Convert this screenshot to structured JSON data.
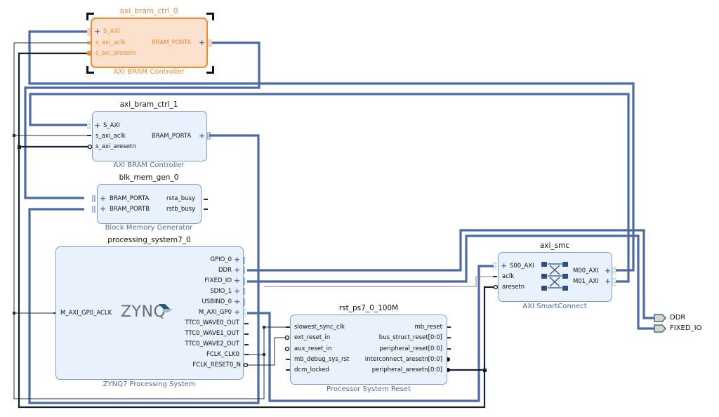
{
  "canvas": {
    "background": "#ffffff"
  },
  "colors": {
    "bus": "#4a6aa8",
    "net": "#1f2d40",
    "selected_accent": "#f08a30",
    "block_fill": "#e8f1fc",
    "block_border": "#7f9cc9",
    "vlnv_text": "#4d6ba6"
  },
  "blocks": {
    "axi_bram_ctrl_0": {
      "instance": "axi_bram_ctrl_0",
      "type": "AXI BRAM Controller",
      "selected": true,
      "left_pins": [
        "S_AXI",
        "s_axi_aclk",
        "s_axi_aresetn"
      ],
      "right_pins": [
        "BRAM_PORTA"
      ]
    },
    "axi_bram_ctrl_1": {
      "instance": "axi_bram_ctrl_1",
      "type": "AXI BRAM Controller",
      "left_pins": [
        "S_AXI",
        "s_axi_aclk",
        "s_axi_aresetn"
      ],
      "right_pins": [
        "BRAM_PORTA"
      ]
    },
    "blk_mem_gen_0": {
      "instance": "blk_mem_gen_0",
      "type": "Block Memory Generator",
      "left_pins": [
        "BRAM_PORTA",
        "BRAM_PORTB"
      ],
      "right_pins": [
        "rsta_busy",
        "rstb_busy"
      ]
    },
    "processing_system7_0": {
      "instance": "processing_system7_0",
      "type": "ZYNQ7 Processing System",
      "logo": "ZYNQ",
      "left_pins": [
        "M_AXI_GP0_ACLK"
      ],
      "right_pins": [
        "GPIO_0",
        "DDR",
        "FIXED_IO",
        "SDIO_1",
        "USBIND_0",
        "M_AXI_GP0",
        "TTC0_WAVE0_OUT",
        "TTC0_WAVE1_OUT",
        "TTC0_WAVE2_OUT",
        "FCLK_CLK0",
        "FCLK_RESET0_N"
      ]
    },
    "rst_ps7_0_100M": {
      "instance": "rst_ps7_0_100M",
      "type": "Processor System Reset",
      "left_pins": [
        "slowest_sync_clk",
        "ext_reset_in",
        "aux_reset_in",
        "mb_debug_sys_rst",
        "dcm_locked"
      ],
      "right_pins": [
        "mb_reset",
        "bus_struct_reset[0:0]",
        "peripheral_reset[0:0]",
        "interconnect_aresetn[0:0]",
        "peripheral_aresetn[0:0]"
      ]
    },
    "axi_smc": {
      "instance": "axi_smc",
      "type": "AXI SmartConnect",
      "left_pins": [
        "S00_AXI",
        "aclk",
        "aresetn"
      ],
      "right_pins": [
        "M00_AXI",
        "M01_AXI"
      ]
    }
  },
  "external_ports": [
    "DDR",
    "FIXED_IO"
  ]
}
